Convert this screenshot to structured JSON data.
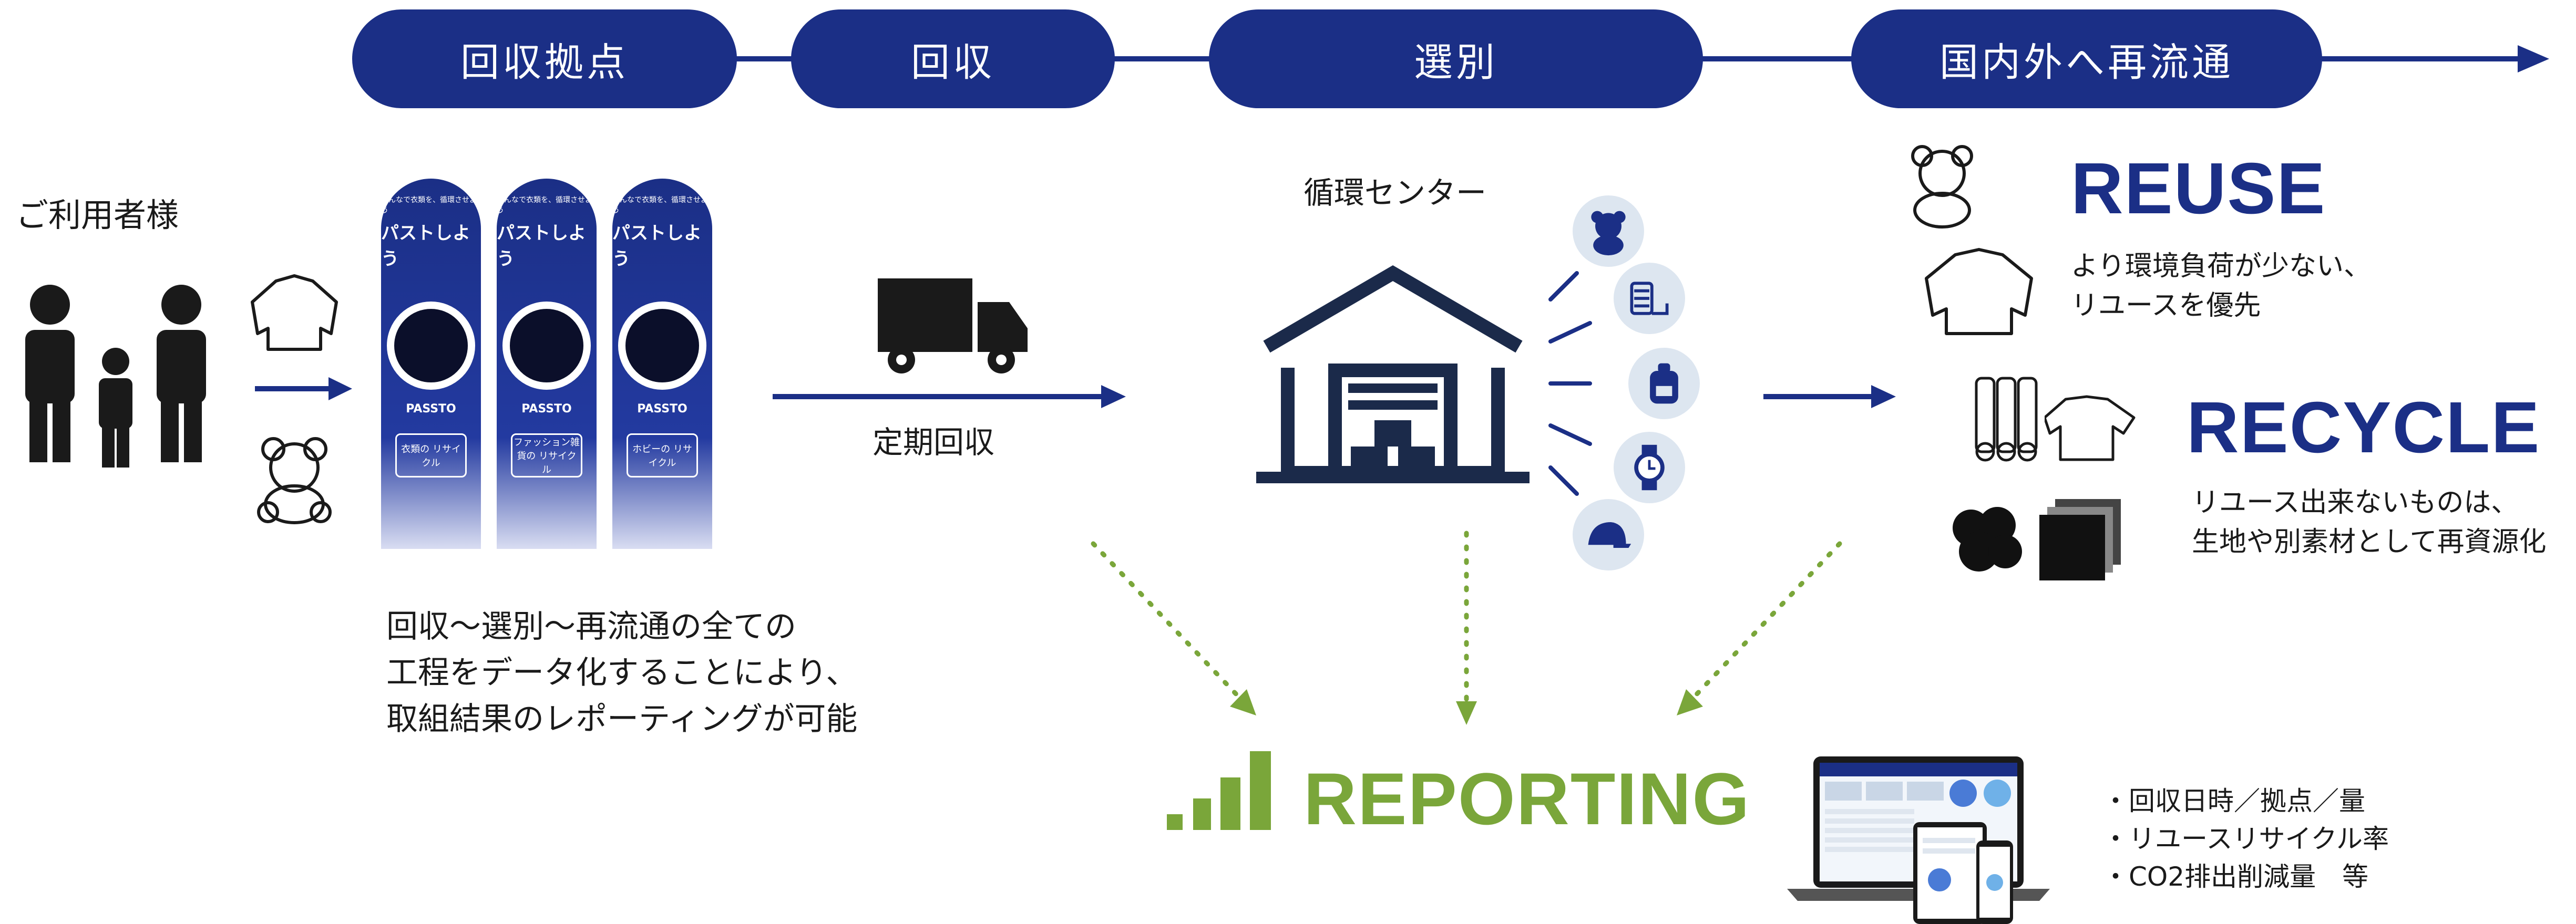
{
  "steps": [
    "回収拠点",
    "回収",
    "選別",
    "国内外へ再流通"
  ],
  "user_label": "ご利用者様",
  "boxes": [
    {
      "top": "みんなで衣類を、循環させよう",
      "headline": "パストしよう",
      "brand": "PASSTO",
      "label": "衣類の リサイクル"
    },
    {
      "top": "みんなで衣類を、循環させよう",
      "headline": "パストしよう",
      "brand": "PASSTO",
      "label": "ファッション雑貨の リサイクル"
    },
    {
      "top": "みんなで衣類を、循環させよう",
      "headline": "パストしよう",
      "brand": "PASSTO",
      "label": "ホビーの リサイクル"
    }
  ],
  "periodic_label": "定期回収",
  "center_label": "循環センター",
  "description": [
    "回収〜選別〜再流通の全ての",
    "工程をデータ化することにより、",
    "取組結果のレポーティングが可能"
  ],
  "reuse": {
    "title": "REUSE",
    "lines": [
      "より環境負荷が少ない、",
      "リユースを優先"
    ]
  },
  "recycle": {
    "title": "RECYCLE",
    "lines": [
      "リユース出来ないものは、",
      "生地や別素材として再資源化"
    ]
  },
  "reporting": {
    "title": "REPORTING"
  },
  "report_items": [
    "・回収日時／拠点／量",
    "・リユースリサイクル率",
    "・CO2排出削減量　等"
  ],
  "colors": {
    "navy": "#1b2f86",
    "green": "#7aa63a",
    "light_circle": "#dde6f0"
  },
  "icons": [
    "person-icon",
    "sweater-icon",
    "teddy-bear-icon",
    "truck-icon",
    "warehouse-icon",
    "thread-icon",
    "backpack-icon",
    "watch-icon",
    "cap-icon",
    "fabric-roll-icon",
    "t-shirt-icon",
    "fiber-icon",
    "sheet-icon",
    "laptop-icon",
    "tablet-icon",
    "phone-icon"
  ]
}
